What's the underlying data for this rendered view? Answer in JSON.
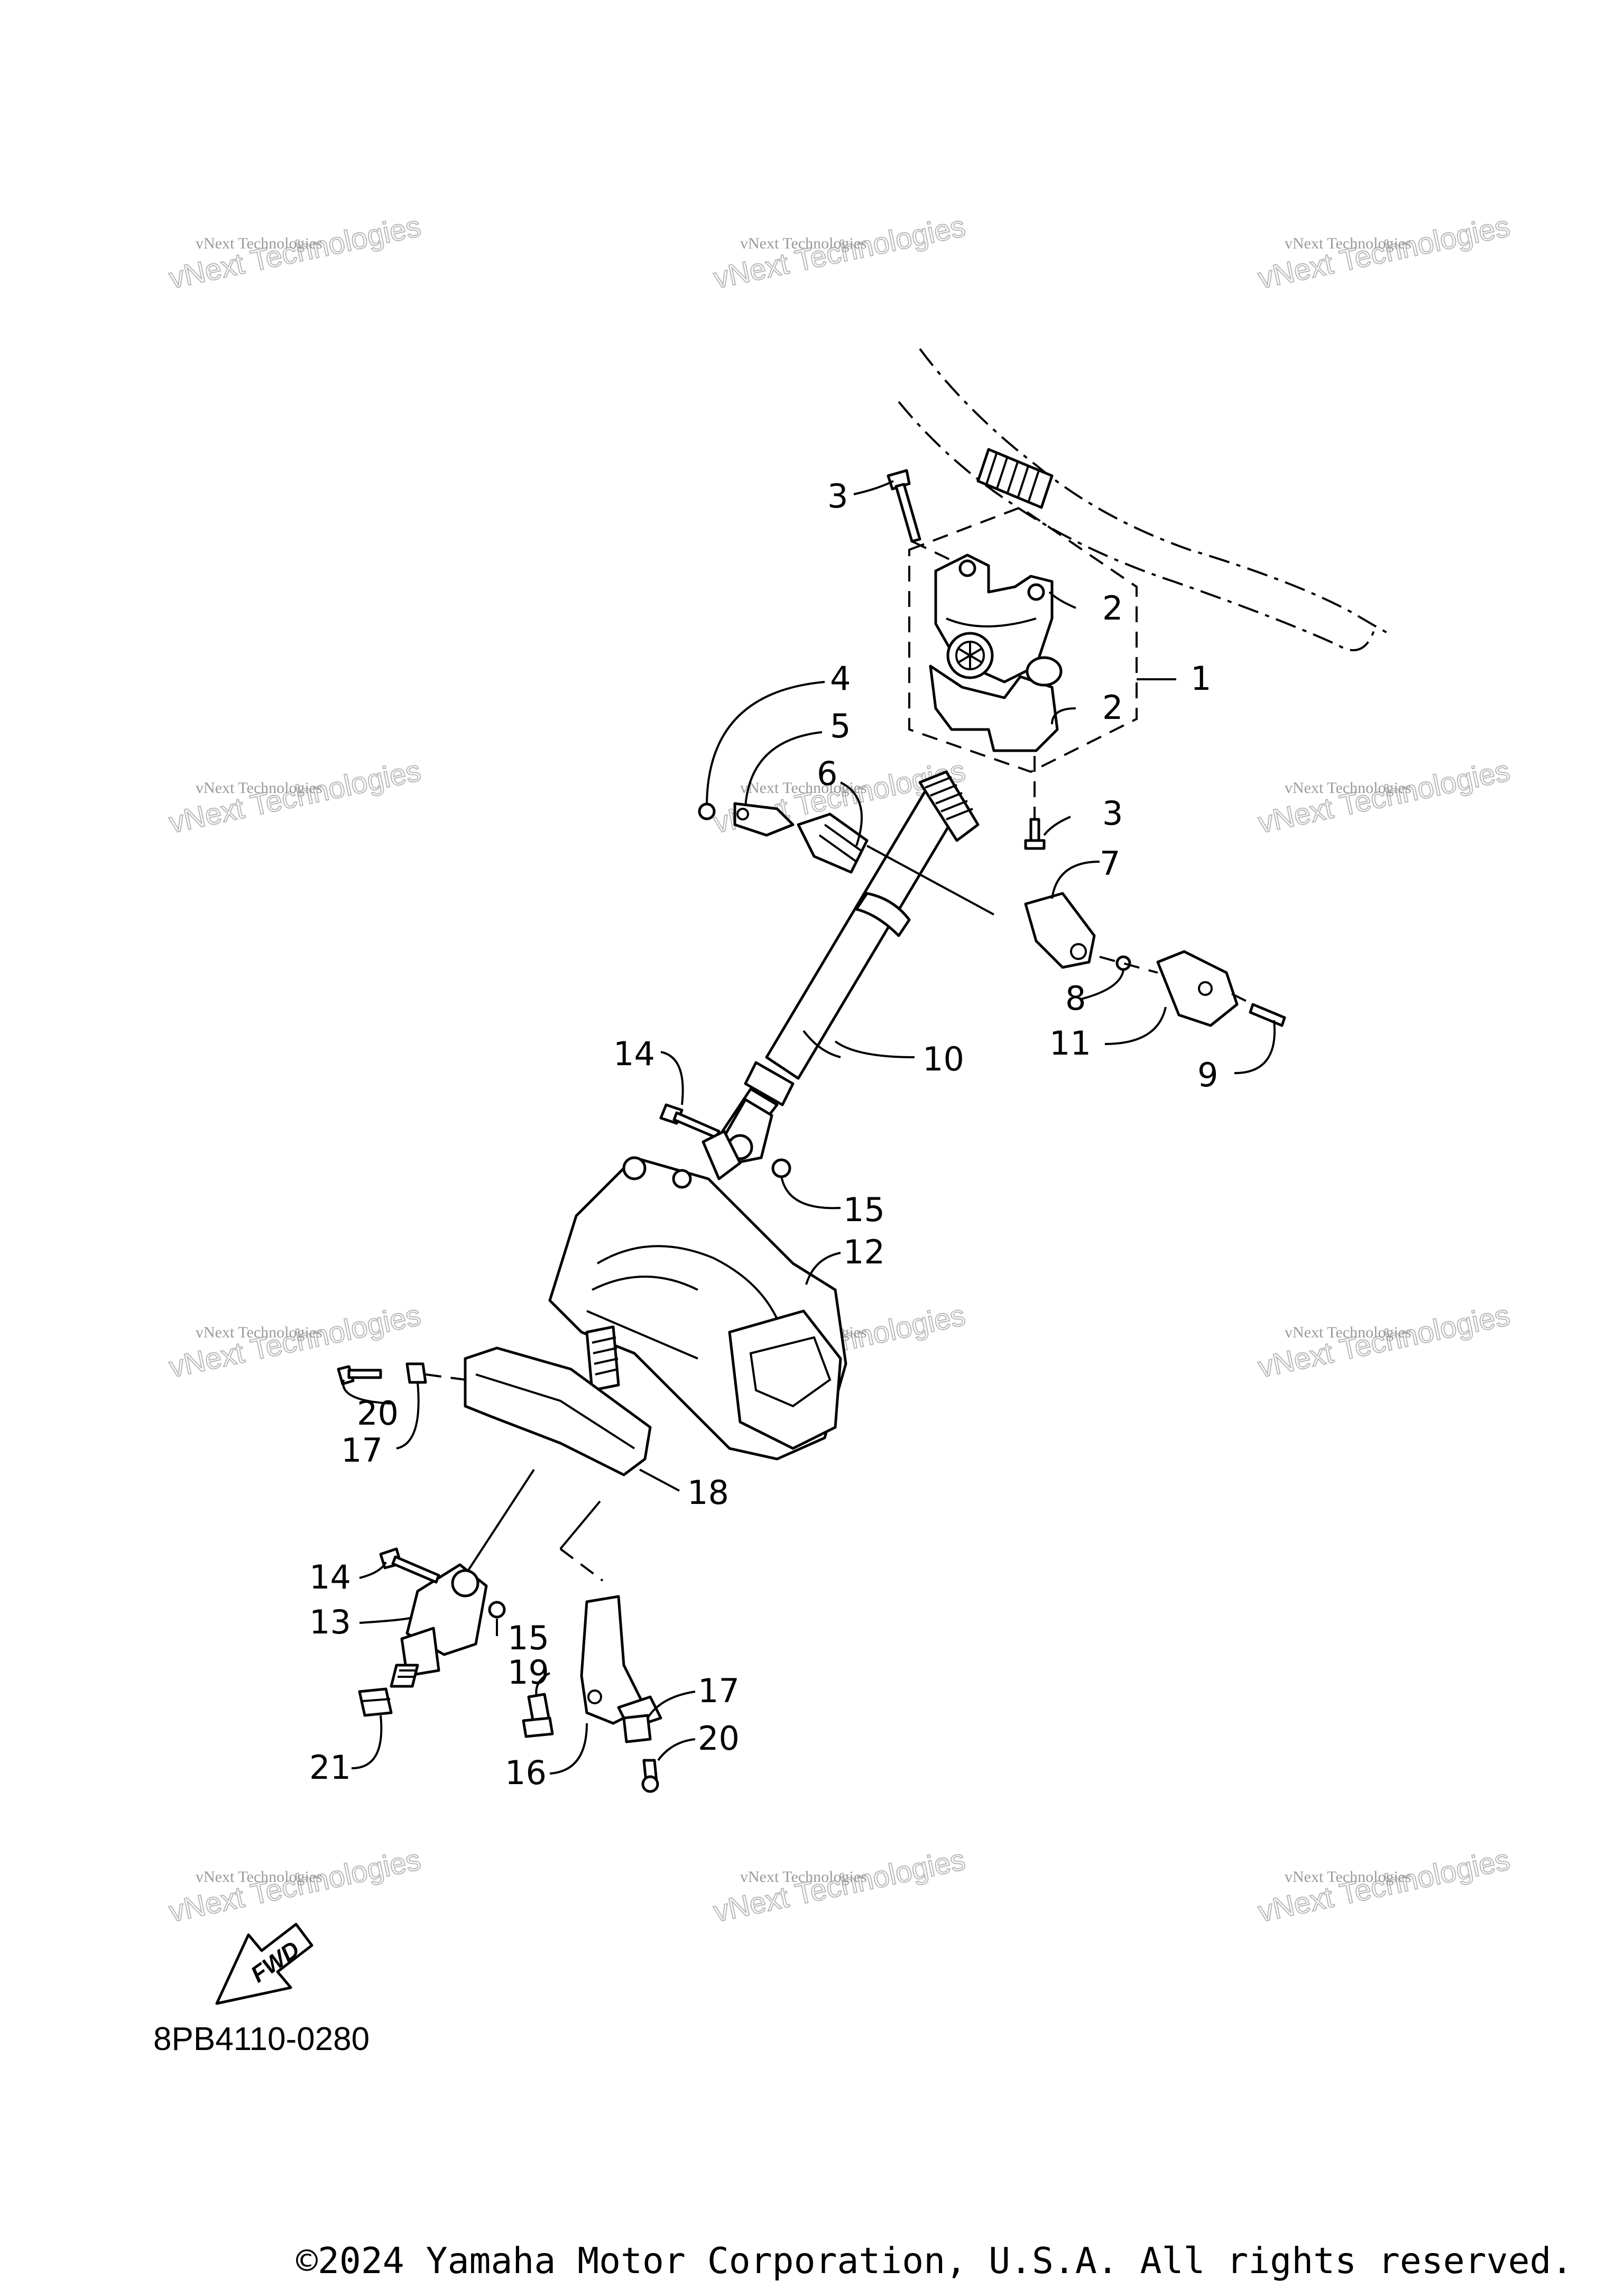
{
  "diagram": {
    "code": "8PB4110-0280",
    "copyright": "©2024 Yamaha Motor Corporation, U.S.A. All rights reserved.",
    "fwd_label": "FWD",
    "watermark": {
      "line1": "vNext Technologies",
      "line2": "vNext Technologies"
    },
    "callouts": [
      {
        "id": "c1",
        "label": "1"
      },
      {
        "id": "c2a",
        "label": "2"
      },
      {
        "id": "c2b",
        "label": "2"
      },
      {
        "id": "c3a",
        "label": "3"
      },
      {
        "id": "c3b",
        "label": "3"
      },
      {
        "id": "c4",
        "label": "4"
      },
      {
        "id": "c5",
        "label": "5"
      },
      {
        "id": "c6",
        "label": "6"
      },
      {
        "id": "c7",
        "label": "7"
      },
      {
        "id": "c8",
        "label": "8"
      },
      {
        "id": "c9",
        "label": "9"
      },
      {
        "id": "c10",
        "label": "10"
      },
      {
        "id": "c11",
        "label": "11"
      },
      {
        "id": "c12",
        "label": "12"
      },
      {
        "id": "c13",
        "label": "13"
      },
      {
        "id": "c14a",
        "label": "14"
      },
      {
        "id": "c14b",
        "label": "14"
      },
      {
        "id": "c15a",
        "label": "15"
      },
      {
        "id": "c15b",
        "label": "15"
      },
      {
        "id": "c16",
        "label": "16"
      },
      {
        "id": "c17a",
        "label": "17"
      },
      {
        "id": "c17b",
        "label": "17"
      },
      {
        "id": "c18",
        "label": "18"
      },
      {
        "id": "c19",
        "label": "19"
      },
      {
        "id": "c20a",
        "label": "20"
      },
      {
        "id": "c20b",
        "label": "20"
      },
      {
        "id": "c21",
        "label": "21"
      }
    ]
  }
}
